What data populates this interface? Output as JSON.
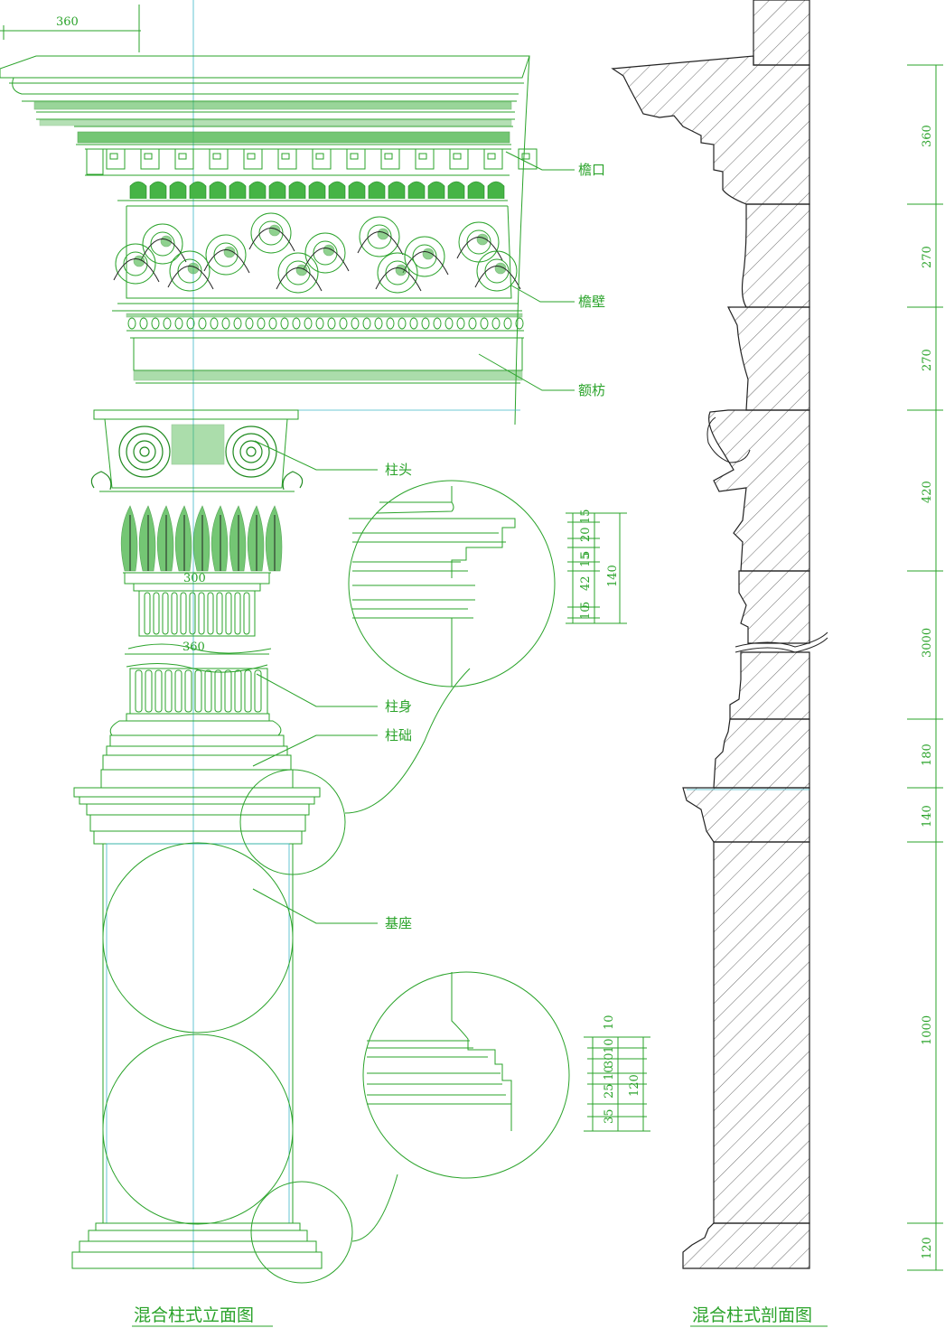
{
  "titles": {
    "elevation": "混合柱式立面图",
    "section": "混合柱式剖面图"
  },
  "labels": {
    "cornice": "檐口",
    "frieze": "檐壁",
    "architrave": "额枋",
    "capital": "柱头",
    "shaft": "柱身",
    "base": "柱础",
    "pedestal": "基座"
  },
  "dims_elevation": {
    "projection": "360",
    "neck_width": "300",
    "shaft_width": "360"
  },
  "detail_upper": {
    "row1": [
      "10",
      "5",
      "42",
      "15",
      "5",
      "20",
      "15"
    ],
    "total": "140"
  },
  "detail_lower": {
    "row1": [
      "35",
      "25",
      "10",
      "30",
      "10",
      "10"
    ],
    "total": "120"
  },
  "dims_section": [
    "360",
    "270",
    "270",
    "420",
    "3000",
    "180",
    "140",
    "1000",
    "120"
  ],
  "colors": {
    "line": "#2aa32a",
    "ornament": "#46b446",
    "centerline": "#3fb8c8",
    "section": "#222222"
  }
}
